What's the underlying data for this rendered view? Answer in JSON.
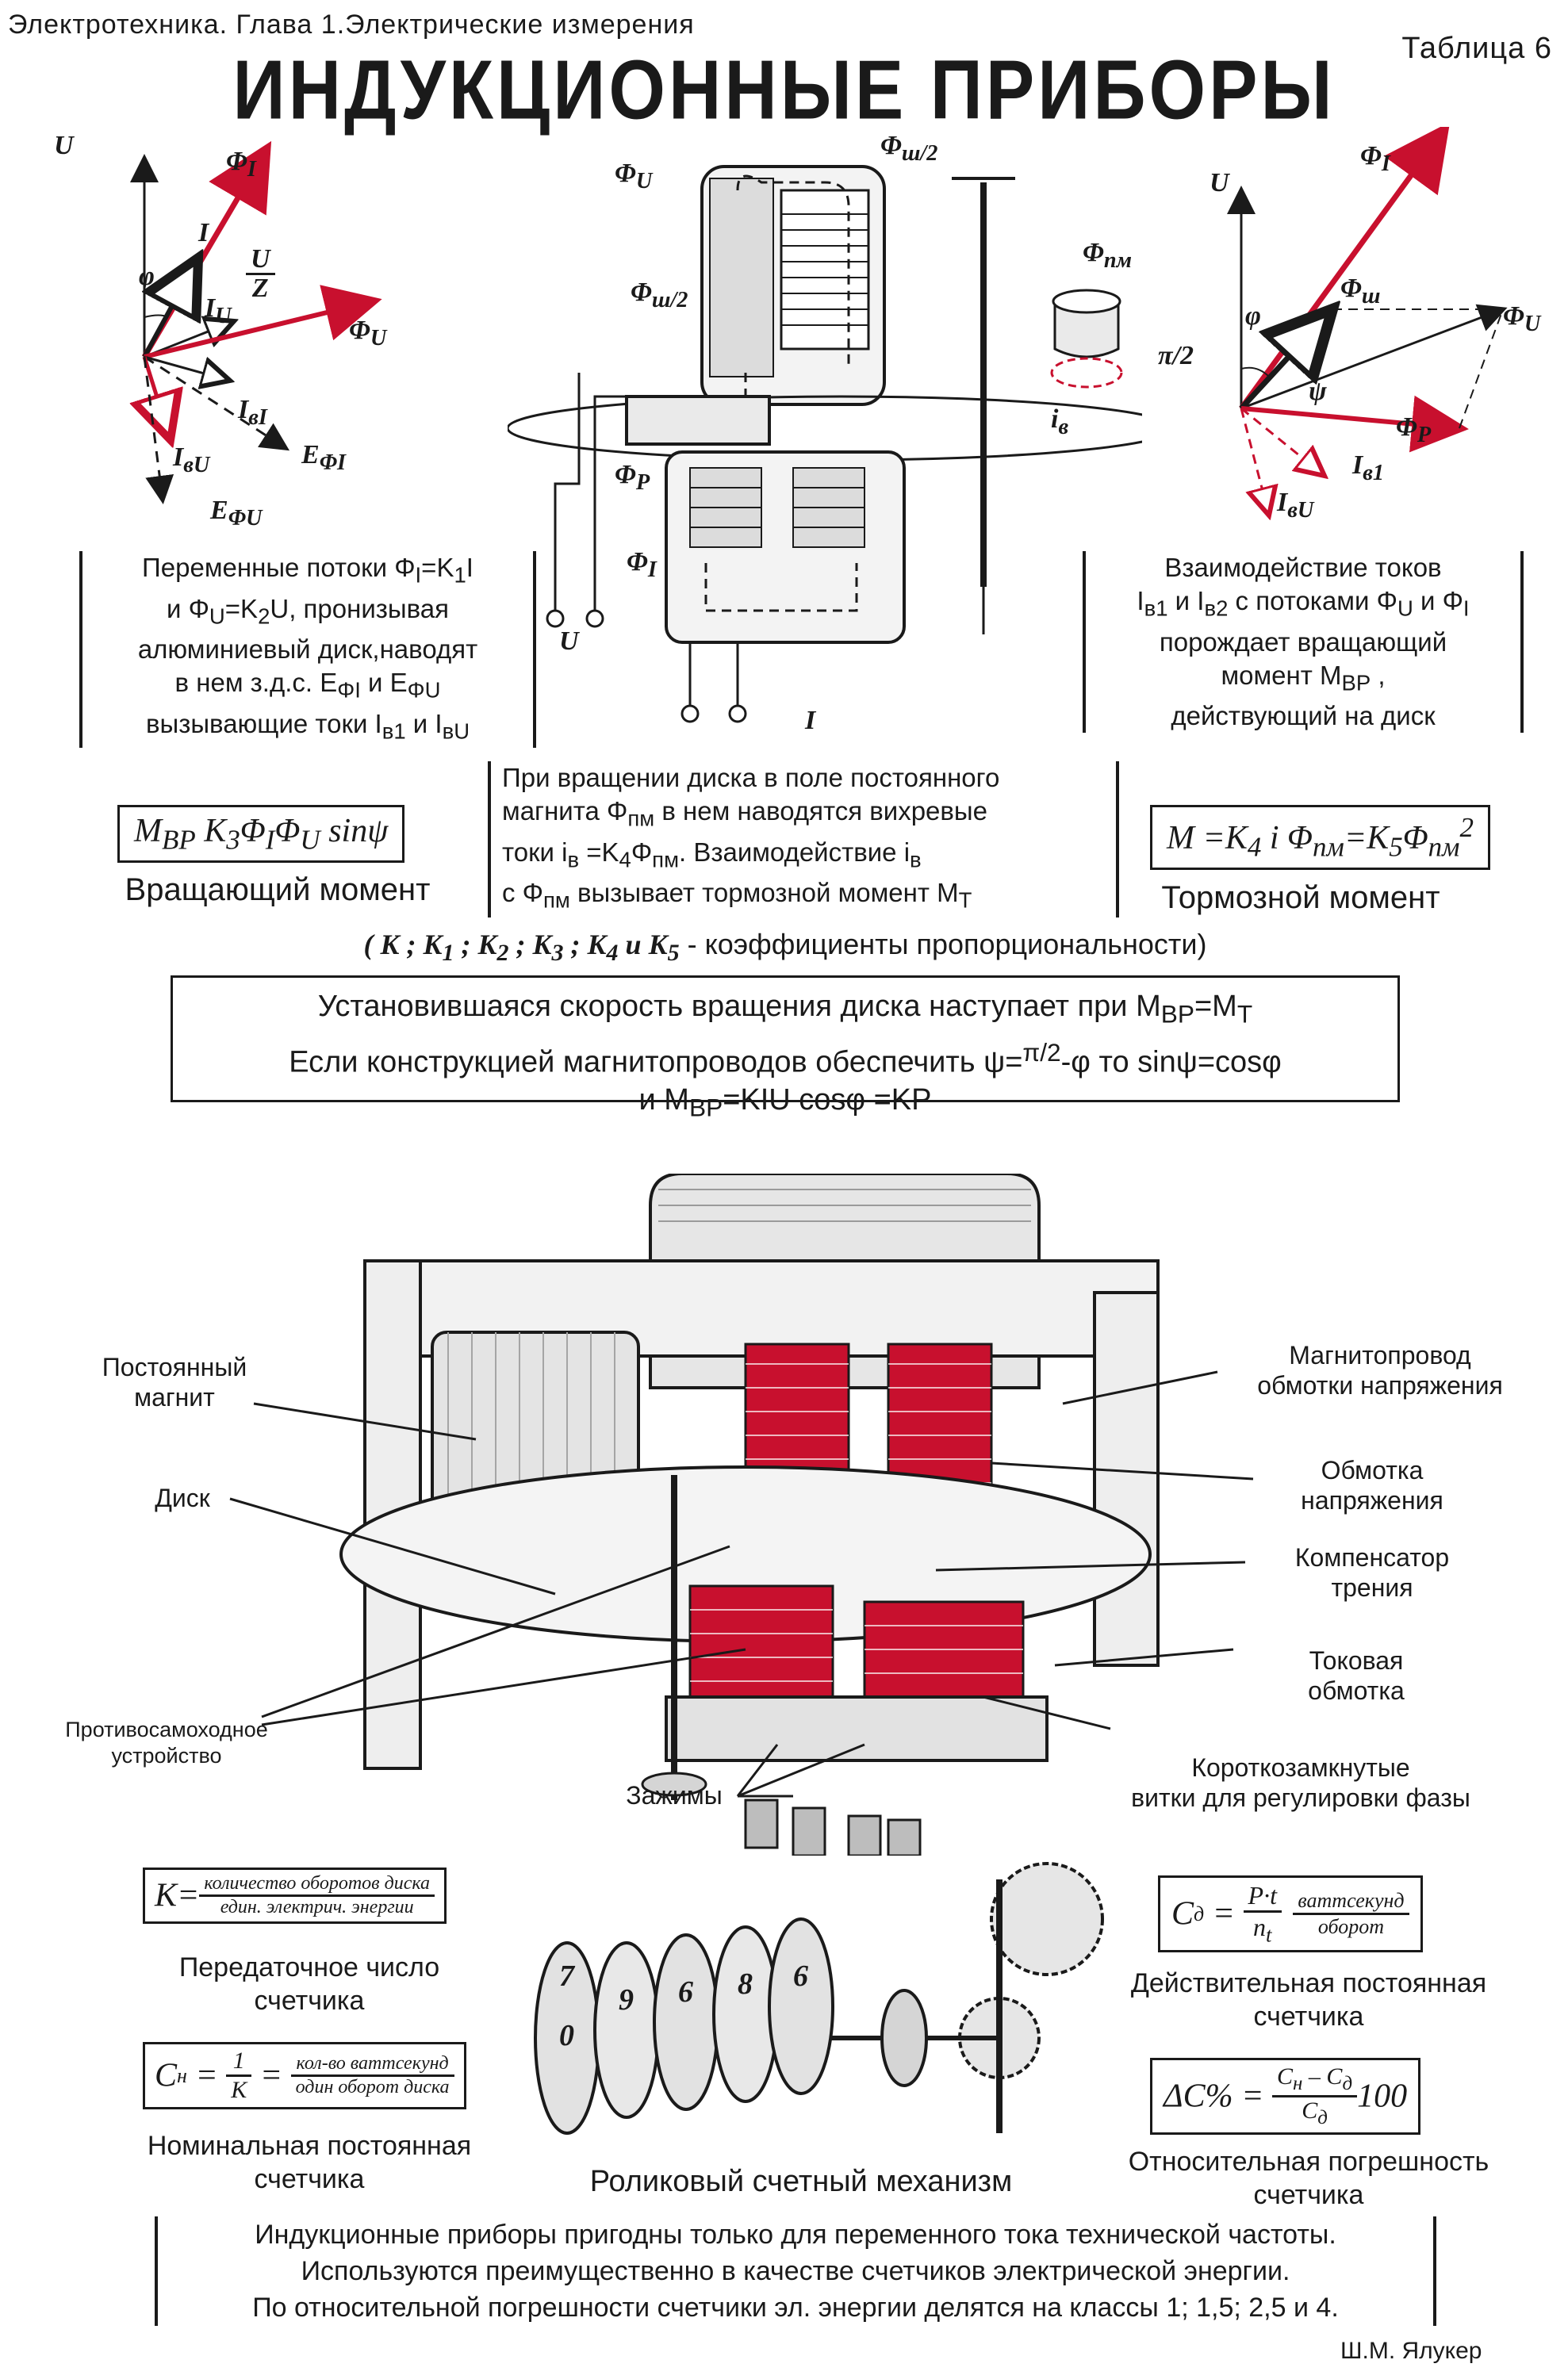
{
  "header": {
    "left": "Электротехника. Глава 1.Электрические измерения",
    "right": "Таблица 6",
    "title": "ИНДУКЦИОННЫЕ ПРИБОРЫ"
  },
  "colors": {
    "accent": "#c8102e",
    "ink": "#1a1a1a",
    "paper": "#ffffff"
  },
  "left_vector": {
    "labels": {
      "U": "U",
      "phi_I": "Φ",
      "phi_I_sub": "I",
      "I": "I",
      "phi": "φ",
      "Iu": "I",
      "Iu_sub": "U",
      "U_over_Z": "U",
      "Z": "Z",
      "phi_U": "Φ",
      "phi_U_sub": "U",
      "Ib1": "I",
      "Ib1_sub": "вI",
      "IbU": "I",
      "IbU_sub": "вU",
      "EphiI": "E",
      "EphiI_sub": "ΦI",
      "EphiU": "E",
      "EphiU_sub": "ΦU"
    }
  },
  "right_vector": {
    "labels": {
      "U": "U",
      "phi_I": "Φ",
      "phi_I_sub": "I",
      "phi": "φ",
      "pi2": "π/2",
      "phi_sh": "Φ",
      "phi_sh_sub": "ш",
      "phi_U": "Φ",
      "phi_U_sub": "U",
      "psi": "ψ",
      "phi_P": "Φ",
      "phi_P_sub": "P",
      "Ib1": "I",
      "Ib1_sub": "в1",
      "IbU": "I",
      "IbU_sub": "вU"
    }
  },
  "mechanism": {
    "labels": {
      "phi_U": "Φ",
      "phi_U_sub": "U",
      "phi_sh2": "Φ",
      "phi_sh2_sub": "ш/2",
      "phi_sh2b": "Φ",
      "phi_sh2b_sub": "ш/2",
      "phi_pm": "Φ",
      "phi_pm_sub": "пм",
      "ib": "i",
      "ib_sub": "в",
      "phi_P": "Φ",
      "phi_P_sub": "P",
      "phi_I": "Φ",
      "phi_I_sub": "I",
      "U": "U",
      "I": "I"
    }
  },
  "text_left": {
    "line1": "Переменные потоки Φ",
    "line1b": "I",
    "line1c": "=K",
    "line1d": "1",
    "line1e": "I",
    "line2": "и Φ",
    "line2b": "U",
    "line2c": "=K",
    "line2d": "2",
    "line2e": "U, пронизывая",
    "line3": "алюминиевый диск,наводят",
    "line4": "в нем з.д.с. E",
    "line4b": "ΦI",
    "line4c": " и E",
    "line4d": "ΦU",
    "line5": "вызывающие токи I",
    "line5b": "в1",
    "line5c": " и I",
    "line5d": "вU"
  },
  "text_right": {
    "line1": "Взаимодействие токов",
    "line2": "I",
    "line2b": "в1",
    "line2c": " и I",
    "line2d": "в2",
    "line2e": " с потоками Φ",
    "line2f": "U",
    "line2g": " и Φ",
    "line2h": "I",
    "line3": "порождает вращающий",
    "line4": "момент  M",
    "line4b": "ВР",
    "line4c": " ,",
    "line5": "действующий на диск"
  },
  "text_center": {
    "line1": "При вращении диска в поле постоянного",
    "line2": "магнита  Φ",
    "line2b": "пм",
    "line2c": " в нем наводятся вихревые",
    "line3": "токи  i",
    "line3b": "в",
    "line3c": " =K",
    "line3d": "4",
    "line3e": "Φ",
    "line3f": "пм",
    "line3g": ". Взаимодействие  i",
    "line3h": "в",
    "line4": "с Φ",
    "line4b": "пм",
    "line4c": " вызывает тормозной момент M",
    "line4d": "Т"
  },
  "formula_left": {
    "text": "M",
    "sub1": "ВР",
    "rest": " K",
    "sub2": "3",
    "rest2": "Φ",
    "sub3": "I",
    "rest3": "Φ",
    "sub4": "U",
    "rest4": " sinψ",
    "caption": "Вращающий момент"
  },
  "formula_right": {
    "text": "M =K",
    "sub1": "4",
    "rest": " i  Φ",
    "sub2": "пм",
    "rest2": "=K",
    "sub3": "5",
    "rest3": "Φ",
    "sub4": "пм",
    "sup4": "2",
    "caption": "Тормозной момент"
  },
  "coef_line": {
    "open": "( K ; K",
    "s1": "1",
    "p2": " ; K",
    "s2": "2",
    "p3": " ; K",
    "s3": "3",
    "p4": " ; K",
    "s4": "4",
    "p5": " и K",
    "s5": "5",
    "close": " -  коэффициенты пропорциональности)"
  },
  "steady_box": {
    "line1a": "Установившаяся скорость вращения диска наступает при  M",
    "line1b": "ВР",
    "line1c": "=M",
    "line1d": "Т",
    "line2a": "Если конструкцией магнитопроводов обеспечить  ψ=",
    "line2b": "π/2",
    "line2c": "-φ  то  sinψ=cosφ",
    "line3a": "и  M",
    "line3b": "ВР",
    "line3c": "=KIU cosφ =KP"
  },
  "callouts": {
    "magnet": "Постоянный\nмагнит",
    "disk": "Диск",
    "anti": "Противосамоходное\nустройство",
    "magcore": "Магнитопровод\nобмотки напряжения",
    "voltwind": "Обмотка\nнапряжения",
    "friction": "Компенсатор\nтрения",
    "current": "Токовая\nобмотка",
    "shorted": "Короткозамкнутые\nвитки для регулировки фазы",
    "terminals": "Зажимы"
  },
  "formula_K": {
    "lhs": "K=",
    "num": "количество оборотов диска",
    "den": "един. электрич. энергии",
    "caption1": "Передаточное число",
    "caption2": "счетчика"
  },
  "formula_Cn": {
    "lhs": "C",
    "lhs_sub": "н",
    "eq": " = ",
    "one": "1",
    "k": "K",
    "eq2": " = ",
    "num": "кол-во ваттсекунд",
    "den": "один оборот диска",
    "caption1": "Номинальная постоянная",
    "caption2": "счетчика"
  },
  "formula_Cd": {
    "lhs": "C",
    "lhs_sub": "д",
    "eq": " = ",
    "num": "P·t",
    "den": "n",
    "den_sub": "t",
    "num2": "ваттсекунд",
    "den2": "оборот",
    "caption1": "Действительная постоянная",
    "caption2": "счетчика"
  },
  "formula_dC": {
    "lhs": "ΔC% = ",
    "num": "C",
    "num_sub": "н",
    "num_mid": " – C",
    "num_sub2": "д",
    "den": "C",
    "den_sub": "д",
    "tail": "100",
    "caption1": "Относительная погрешность",
    "caption2": "счетчика"
  },
  "roller_caption": "Роликовый счетный механизм",
  "drum_digits": [
    "7",
    "0",
    "9",
    "6",
    "8",
    "6"
  ],
  "bottom": {
    "line1": "Индукционные приборы пригодны только для переменного тока технической частоты.",
    "line2": "Используются преимущественно в качестве счетчиков электрической энергии.",
    "line3": "По относительной погрешности счетчики эл. энергии делятся на классы 1; 1,5; 2,5 и 4."
  },
  "author": "Ш.М. Ялукер"
}
